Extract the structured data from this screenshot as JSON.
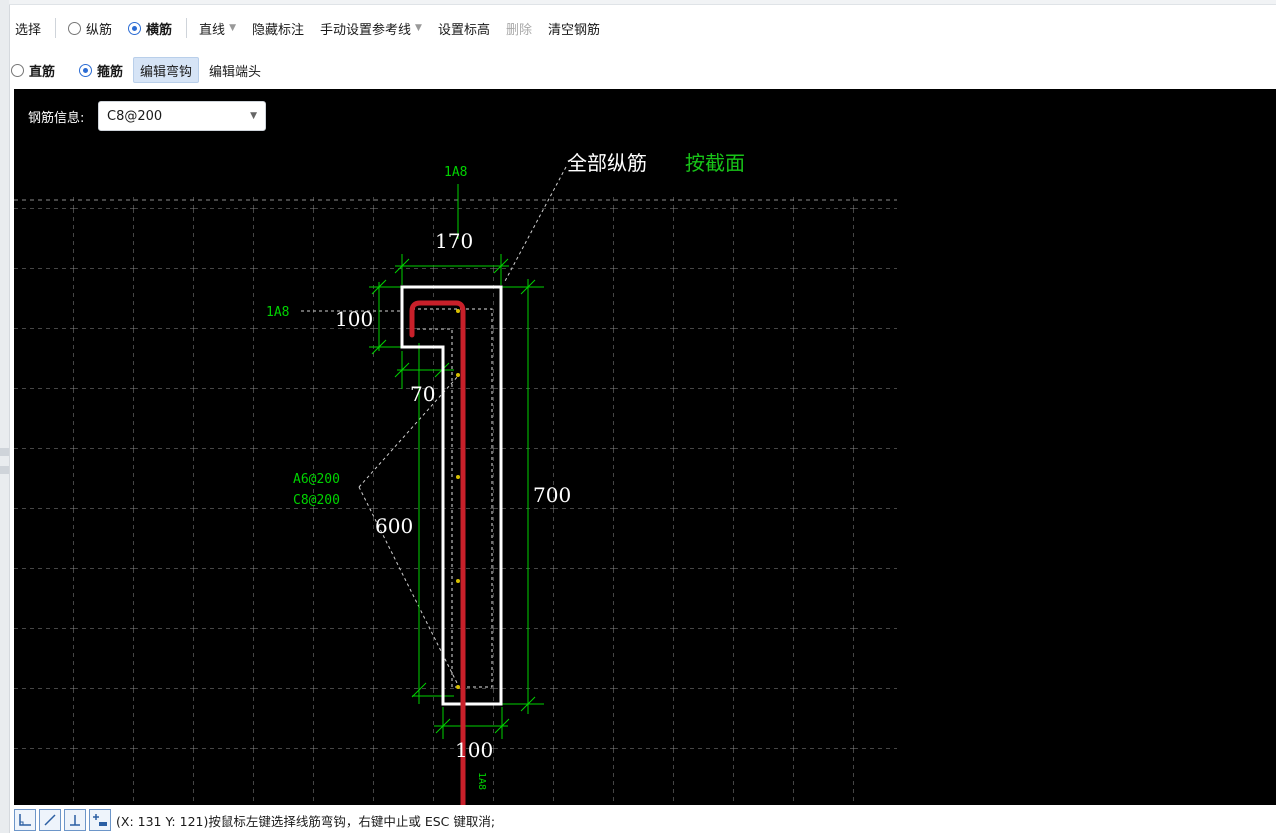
{
  "toolbar_main": {
    "select_label": "选择",
    "longitudinal_label": "纵筋",
    "transverse_label": "横筋",
    "line_mode_label": "直线",
    "hide_annotation_label": "隐藏标注",
    "manual_ref_line_label": "手动设置参考线",
    "set_elevation_label": "设置标高",
    "delete_label": "删除",
    "clear_rebar_label": "清空钢筋"
  },
  "toolbar_sub": {
    "straight_label": "直筋",
    "stirrup_label": "箍筋",
    "edit_hook_label": "编辑弯钩",
    "edit_end_label": "编辑端头"
  },
  "rebar_info": {
    "label": "钢筋信息:",
    "value": "C8@200"
  },
  "drawing": {
    "header_text": "全部纵筋",
    "header_mode_text": "按截面",
    "top_bar_label": "1A8",
    "left_bar_label": "1A8",
    "dim_top_width": "170",
    "dim_flange_height": "100",
    "dim_flange_overhang": "70",
    "dim_total_height": "700",
    "dim_web_height": "600",
    "dim_bottom_width": "100",
    "stirrup_label_a": "A6@200",
    "stirrup_label_c": "C8@200",
    "vertical_small_label": "1A8",
    "colors": {
      "background": "#000000",
      "grid": "#8a8a8a",
      "outline": "#ffffff",
      "dimension": "#00d200",
      "rebar": "#c8202a",
      "highlight_text": "#18c318"
    }
  },
  "status_bar": {
    "icons": [
      "corner-icon",
      "diagonal-line-icon",
      "perpendicular-icon",
      "add-point-icon"
    ],
    "message": "(X: 131 Y: 121)按鼠标左键选择线筋弯钩，右键中止或 ESC 键取消;"
  }
}
